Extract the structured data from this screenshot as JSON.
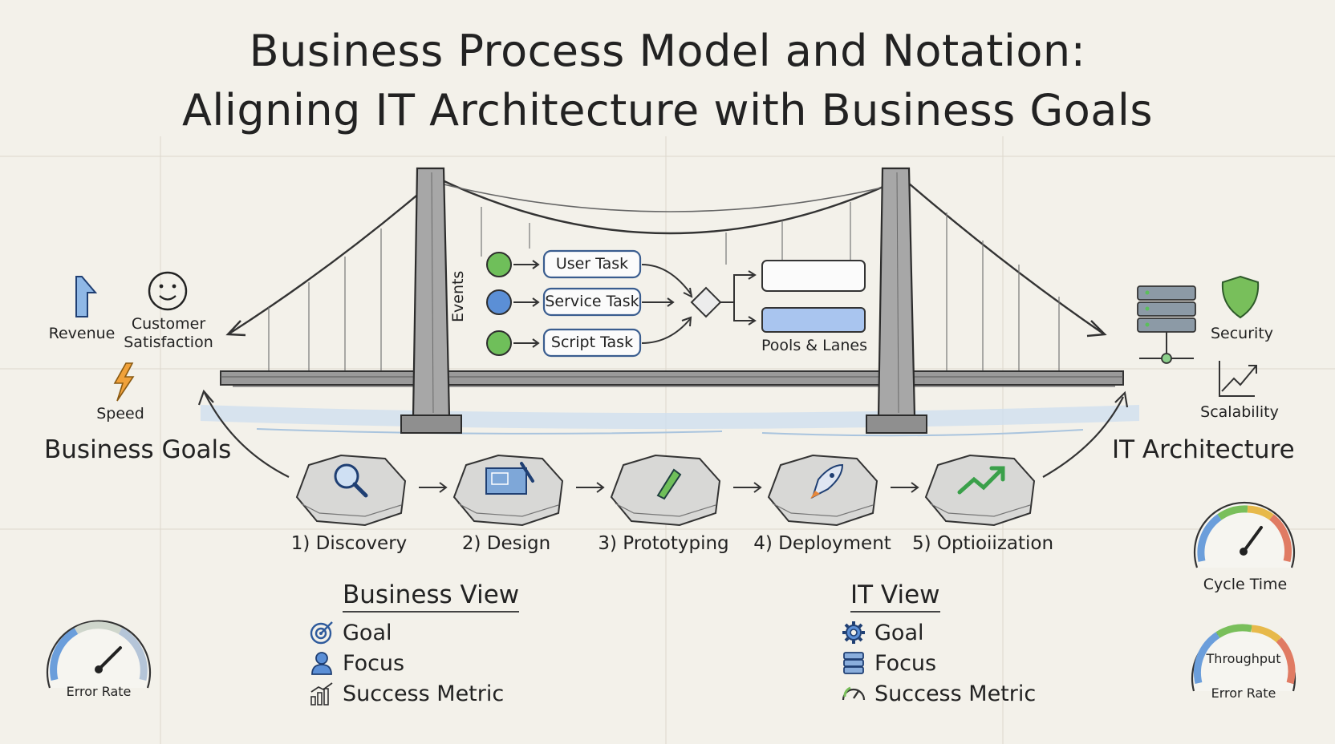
{
  "title": {
    "line1": "Business Process Model and Notation:",
    "line2": "Aligning IT Architecture with Business Goals"
  },
  "business_goals": {
    "heading": "Business Goals",
    "items": [
      {
        "label": "Revenue",
        "icon": "arrow-up-icon"
      },
      {
        "label": "Customer Satisfaction",
        "icon": "smiley-icon"
      },
      {
        "label": "Speed",
        "icon": "lightning-icon"
      }
    ]
  },
  "it_architecture": {
    "heading": "IT Architecture",
    "items": [
      {
        "label": "Security",
        "icon": "shield-icon"
      },
      {
        "label": "Scalability",
        "icon": "trend-chart-icon"
      }
    ],
    "server_icon": "server-rack-icon"
  },
  "bpmn": {
    "events_label": "Events",
    "tasks": [
      "User Task",
      "Service Task",
      "Script Task"
    ],
    "pools_label": "Pools & Lanes",
    "colors": {
      "event_green": "#6fbf5a",
      "event_blue": "#5b8fd6",
      "lane_fill": "#a9c5ef"
    }
  },
  "steps": [
    {
      "label": "1) Discovery",
      "icon": "magnifier-icon"
    },
    {
      "label": "2) Design",
      "icon": "blueprint-icon"
    },
    {
      "label": "3) Prototyping",
      "icon": "test-tube-icon"
    },
    {
      "label": "4) Deployment",
      "icon": "rocket-icon"
    },
    {
      "label": "5) Optioiization",
      "icon": "growth-arrow-icon"
    }
  ],
  "business_view": {
    "heading": "Business View",
    "items": [
      {
        "label": "Goal",
        "icon": "target-icon"
      },
      {
        "label": "Focus",
        "icon": "person-icon"
      },
      {
        "label": "Success Metric",
        "icon": "bar-chart-icon"
      }
    ]
  },
  "it_view": {
    "heading": "IT View",
    "items": [
      {
        "label": "Goal",
        "icon": "gear-icon"
      },
      {
        "label": "Focus",
        "icon": "database-icon"
      },
      {
        "label": "Success Metric",
        "icon": "gauge-icon"
      }
    ]
  },
  "gauges": {
    "left": {
      "label": "Error Rate"
    },
    "right_top": {
      "label": "Cycle Time"
    },
    "right_bottom": {
      "label_top": "Throughput",
      "label_bottom": "Error Rate"
    }
  }
}
